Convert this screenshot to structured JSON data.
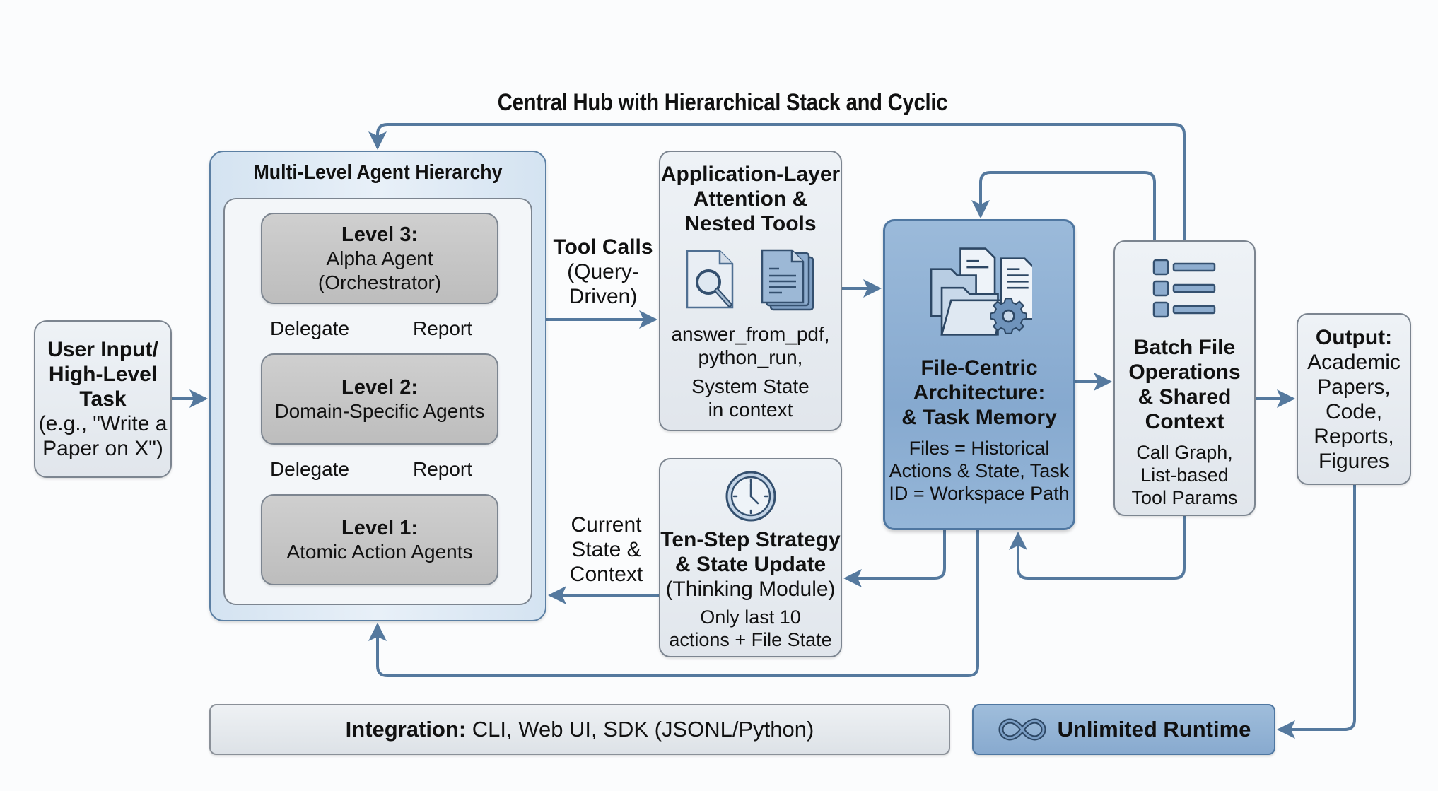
{
  "title": "Central Hub with Hierarchical Stack and Cyclic",
  "colors": {
    "arrow": "#55799e",
    "blue_box_fill": "#8fb0d3",
    "blue_border": "#4f77a1",
    "gray_box_fill": "#e6eaef",
    "level_fill": "#c4c4c4",
    "hier_fill": "#dbe7f3"
  },
  "user_input": {
    "title_lines": [
      "User Input/",
      "High-Level",
      "Task"
    ],
    "example_lines": [
      "(e.g., \"Write a",
      "Paper on X\")"
    ]
  },
  "hierarchy": {
    "title": "Multi-Level Agent Hierarchy",
    "levels": [
      {
        "heading": "Level 3:",
        "lines": [
          "Alpha Agent",
          "(Orchestrator)"
        ]
      },
      {
        "heading": "Level 2:",
        "lines": [
          "Domain-Specific Agents"
        ]
      },
      {
        "heading": "Level 1:",
        "lines": [
          "Atomic Action Agents"
        ]
      }
    ],
    "edges": [
      {
        "left": "Delegate",
        "right": "Report"
      },
      {
        "left": "Delegate",
        "right": "Report"
      }
    ]
  },
  "tool_calls": {
    "heading": "Tool Calls",
    "lines": [
      "(Query-",
      "Driven)"
    ]
  },
  "app_layer": {
    "title_lines": [
      "Application-Layer",
      "Attention &",
      "Nested Tools"
    ],
    "icons": [
      "document-search-icon",
      "documents-stack-icon"
    ],
    "tool_lines": [
      "answer_from_pdf,",
      "python_run,"
    ],
    "state_lines": [
      "System State",
      "in context"
    ]
  },
  "current_state": {
    "lines": [
      "Current",
      "State &",
      "Context"
    ]
  },
  "ten_step": {
    "icon": "clock-icon",
    "title_lines": [
      "Ten-Step Strategy",
      "& State Update"
    ],
    "subtitle": "(Thinking Module)",
    "detail_lines": [
      "Only last 10",
      "actions + File State"
    ]
  },
  "file_centric": {
    "icon": "folders-gear-icon",
    "title_lines": [
      "File-Centric",
      "Architecture:",
      "& Task Memory"
    ],
    "detail_lines": [
      "Files = Historical",
      "Actions & State, Task",
      "ID = Workspace Path"
    ]
  },
  "batch": {
    "icon": "list-icon",
    "title_lines": [
      "Batch File",
      "Operations",
      "& Shared",
      "Context"
    ],
    "detail_lines": [
      "Call Graph,",
      "List-based",
      "Tool Params"
    ]
  },
  "output": {
    "heading": "Output:",
    "lines": [
      "Academic",
      "Papers,",
      "Code,",
      "Reports,",
      "Figures"
    ]
  },
  "integration": {
    "label": "Integration:",
    "value": " CLI, Web UI, SDK (JSONL/Python)"
  },
  "runtime": {
    "icon": "infinity-icon",
    "label": "Unlimited Runtime"
  }
}
